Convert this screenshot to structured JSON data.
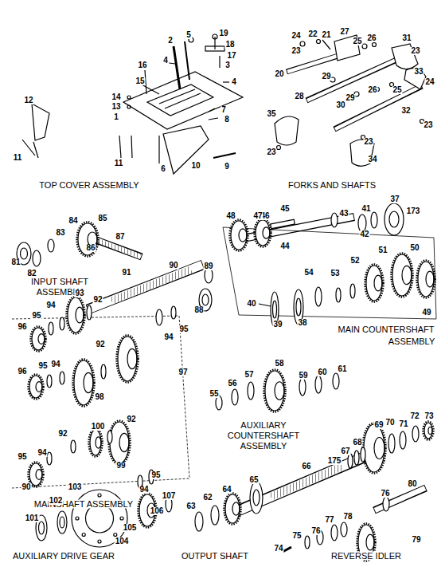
{
  "diagram": {
    "labels": [
      "2",
      "5",
      "19",
      "18",
      "17",
      "3",
      "4",
      "4",
      "16",
      "15",
      "14",
      "13",
      "1",
      "7",
      "8",
      "12",
      "11",
      "11",
      "9",
      "10",
      "6",
      "TOP COVER ASSEMBLY",
      "24",
      "22",
      "21",
      "27",
      "25",
      "26",
      "31",
      "23",
      "23",
      "33",
      "20",
      "29",
      "24",
      "28",
      "29",
      "26",
      "25",
      "30",
      "35",
      "32",
      "23",
      "23",
      "23",
      "34",
      "FORKS AND SHAFTS",
      "84",
      "85",
      "83",
      "87",
      "86",
      "81",
      "82",
      "INPUT SHAFT",
      "ASSEMBLY",
      "45",
      "46",
      "43",
      "41",
      "37",
      "173",
      "48",
      "47",
      "44",
      "42",
      "54",
      "53",
      "52",
      "51",
      "50",
      "49",
      "40",
      "39",
      "38",
      "MAIN COUNTERSHAFT",
      "ASSEMBLY",
      "89",
      "90",
      "91",
      "88",
      "93",
      "92",
      "94",
      "95",
      "96",
      "95",
      "94",
      "97",
      "92",
      "95",
      "94",
      "96",
      "98",
      "92",
      "100",
      "92",
      "94",
      "95",
      "99",
      "95",
      "94",
      "90",
      "MAINSHAFT ASSEMBLY",
      "55",
      "56",
      "57",
      "58",
      "59",
      "60",
      "61",
      "AUXILIARY",
      "COUNTERSHAFT",
      "ASSEMBLY",
      "69",
      "70",
      "71",
      "72",
      "73",
      "175",
      "67",
      "68",
      "66",
      "65",
      "64",
      "62",
      "63",
      "OUTPUT SHAFT",
      "80",
      "76",
      "79",
      "78",
      "77",
      "76",
      "75",
      "74",
      "REVERSE IDLER",
      "103",
      "102",
      "101",
      "107",
      "106",
      "105",
      "104",
      "AUXILIARY DRIVE GEAR"
    ]
  }
}
